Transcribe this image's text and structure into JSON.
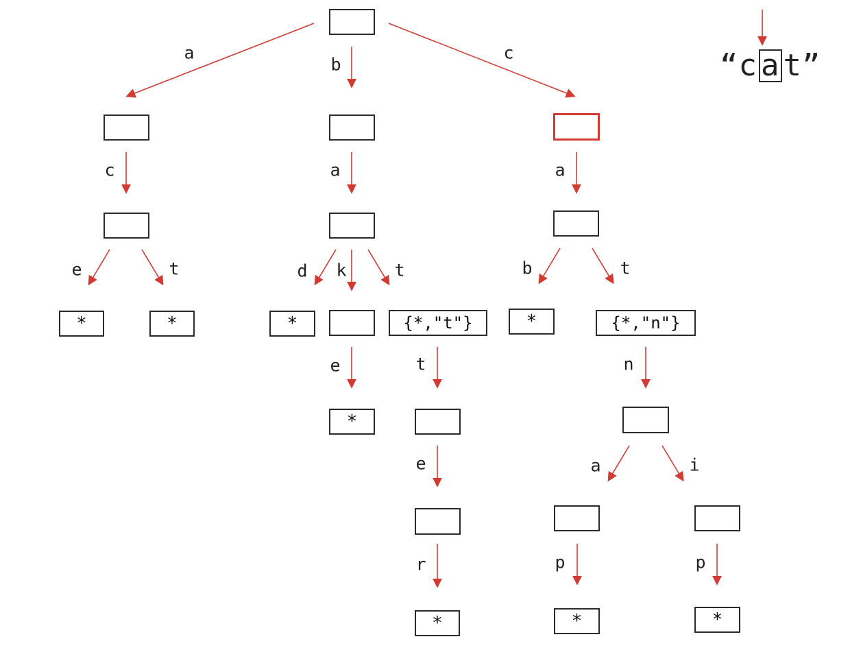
{
  "search": {
    "open_quote": "“",
    "before": "c",
    "current": "a",
    "after": "t",
    "close_quote": "”"
  },
  "colors": {
    "arrow": "#d33a32",
    "node_border": "#2b2b2b",
    "highlight": "#d33a32"
  },
  "nodes": {
    "root": "",
    "a": "",
    "b": "",
    "c": "",
    "ac": "",
    "ba": "",
    "ca": "",
    "ace": "*",
    "act": "*",
    "bad": "*",
    "bak": "",
    "bat": "{*,\"t\"}",
    "cab": "*",
    "cat": "{*,\"n\"}",
    "bake": "*",
    "batt": "",
    "catn": "",
    "batte": "",
    "catna": "",
    "catni": "",
    "batter": "*",
    "catnap": "*",
    "catnip": "*"
  },
  "edges": {
    "root_a": "a",
    "root_b": "b",
    "root_c": "c",
    "a_c": "c",
    "b_a": "a",
    "c_a": "a",
    "ac_e": "e",
    "ac_t": "t",
    "ba_d": "d",
    "ba_k": "k",
    "ba_t": "t",
    "ca_b": "b",
    "ca_t": "t",
    "bak_e": "e",
    "bat_t": "t",
    "cat_n": "n",
    "batt_e": "e",
    "catn_a": "a",
    "catn_i": "i",
    "batte_r": "r",
    "catna_p": "p",
    "catni_p": "p"
  }
}
